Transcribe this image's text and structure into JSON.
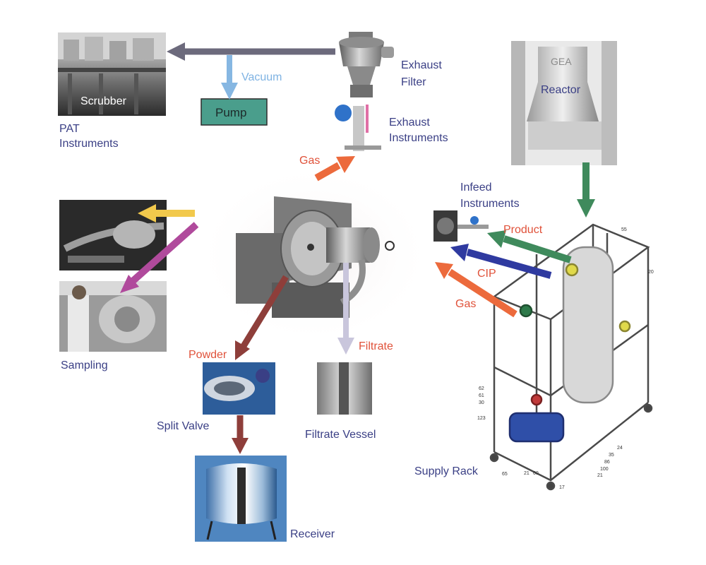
{
  "labels": {
    "scrubber": "Scrubber",
    "pat_instruments": [
      "PAT",
      "Instruments"
    ],
    "vacuum": "Vacuum",
    "pump": "Pump",
    "exhaust_filter": [
      "Exhaust",
      "Filter"
    ],
    "exhaust_instruments": [
      "Exhaust",
      "Instruments"
    ],
    "gas_top": "Gas",
    "reactor": "Reactor",
    "infeed_instruments": [
      "Infeed",
      "Instruments"
    ],
    "product": "Product",
    "cip": "CIP",
    "gas_right": "Gas",
    "sampling": "Sampling",
    "powder": "Powder",
    "filtrate": "Filtrate",
    "split_valve": "Split Valve",
    "filtrate_vessel": "Filtrate Vessel",
    "receiver": "Receiver",
    "supply_rack": "Supply Rack",
    "rack_numbers_left": [
      "62",
      "61",
      "30",
      "123"
    ],
    "rack_numbers_bottom": [
      "65",
      "21",
      "60",
      "17"
    ],
    "rack_numbers_right": [
      "24",
      "35",
      "86",
      "100",
      "21"
    ],
    "rack_numbers_top": [
      "55",
      "20"
    ],
    "reactor_logo": "GEA"
  },
  "colors": {
    "label_dark": "#3a3f85",
    "label_red": "#e0523a",
    "label_vacuum": "#7fb3e3",
    "pump_fill": "#4a9e8c",
    "arrow_gray": "#6c6a7c",
    "arrow_vacuum": "#86b7e2",
    "arrow_orange": "#ec6a3c",
    "arrow_green": "#3f8a5c",
    "arrow_navy": "#2f3aa0",
    "arrow_yellow": "#f2c94c",
    "arrow_purple": "#b04a9c",
    "arrow_brown": "#8e3e3a",
    "arrow_lavender": "#c9c6dc"
  }
}
